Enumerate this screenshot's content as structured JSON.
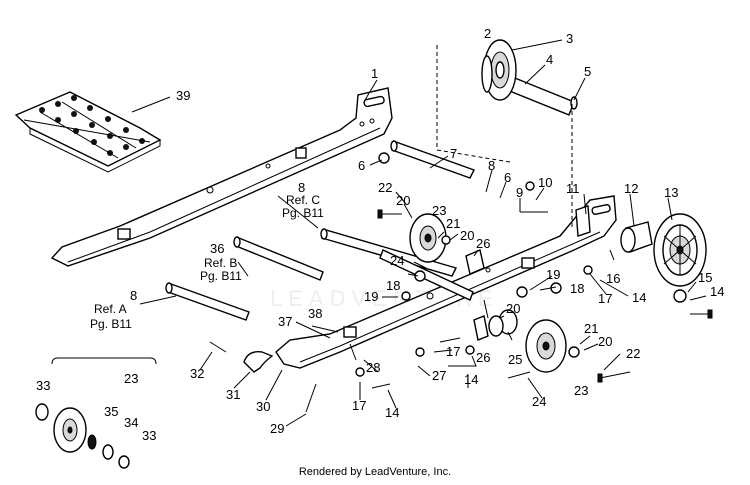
{
  "diagram": {
    "watermark": "LEADVENTURE",
    "footer": "Rendered by LeadVenture, Inc.",
    "callouts": [
      {
        "id": "c1",
        "text": "1"
      },
      {
        "id": "c2",
        "text": "2"
      },
      {
        "id": "c3",
        "text": "3"
      },
      {
        "id": "c4",
        "text": "4"
      },
      {
        "id": "c5",
        "text": "5"
      },
      {
        "id": "c6a",
        "text": "6"
      },
      {
        "id": "c6b",
        "text": "6"
      },
      {
        "id": "c7",
        "text": "7"
      },
      {
        "id": "c8a",
        "text": "8"
      },
      {
        "id": "c8b",
        "text": "8"
      },
      {
        "id": "c8c",
        "text": "8"
      },
      {
        "id": "c9",
        "text": "9"
      },
      {
        "id": "c10",
        "text": "10"
      },
      {
        "id": "c11",
        "text": "11"
      },
      {
        "id": "c12",
        "text": "12"
      },
      {
        "id": "c13",
        "text": "13"
      },
      {
        "id": "c14a",
        "text": "14"
      },
      {
        "id": "c14b",
        "text": "14"
      },
      {
        "id": "c14c",
        "text": "14"
      },
      {
        "id": "c14d",
        "text": "14"
      },
      {
        "id": "c15",
        "text": "15"
      },
      {
        "id": "c16",
        "text": "16"
      },
      {
        "id": "c17a",
        "text": "17"
      },
      {
        "id": "c17b",
        "text": "17"
      },
      {
        "id": "c17c",
        "text": "17"
      },
      {
        "id": "c18a",
        "text": "18"
      },
      {
        "id": "c18b",
        "text": "18"
      },
      {
        "id": "c19a",
        "text": "19"
      },
      {
        "id": "c19b",
        "text": "19"
      },
      {
        "id": "c20a",
        "text": "20"
      },
      {
        "id": "c20b",
        "text": "20"
      },
      {
        "id": "c20c",
        "text": "20"
      },
      {
        "id": "c20d",
        "text": "20"
      },
      {
        "id": "c21a",
        "text": "21"
      },
      {
        "id": "c21b",
        "text": "21"
      },
      {
        "id": "c22a",
        "text": "22"
      },
      {
        "id": "c22b",
        "text": "22"
      },
      {
        "id": "c23a",
        "text": "23"
      },
      {
        "id": "c23b",
        "text": "23"
      },
      {
        "id": "c23c",
        "text": "23"
      },
      {
        "id": "c24a",
        "text": "24"
      },
      {
        "id": "c24b",
        "text": "24"
      },
      {
        "id": "c25",
        "text": "25"
      },
      {
        "id": "c26a",
        "text": "26"
      },
      {
        "id": "c26b",
        "text": "26"
      },
      {
        "id": "c27",
        "text": "27"
      },
      {
        "id": "c28",
        "text": "28"
      },
      {
        "id": "c29",
        "text": "29"
      },
      {
        "id": "c30",
        "text": "30"
      },
      {
        "id": "c31",
        "text": "31"
      },
      {
        "id": "c32",
        "text": "32"
      },
      {
        "id": "c33a",
        "text": "33"
      },
      {
        "id": "c33b",
        "text": "33"
      },
      {
        "id": "c34",
        "text": "34"
      },
      {
        "id": "c35",
        "text": "35"
      },
      {
        "id": "c36",
        "text": "36"
      },
      {
        "id": "c37",
        "text": "37"
      },
      {
        "id": "c38",
        "text": "38"
      },
      {
        "id": "c39",
        "text": "39"
      }
    ],
    "references": [
      {
        "id": "refC",
        "line1": "Ref. C",
        "line2": "Pg. B11"
      },
      {
        "id": "refB",
        "line1": "Ref. B",
        "line2": "Pg. B11"
      },
      {
        "id": "refA",
        "line1": "Ref. A",
        "line2": "Pg. B11"
      }
    ]
  }
}
